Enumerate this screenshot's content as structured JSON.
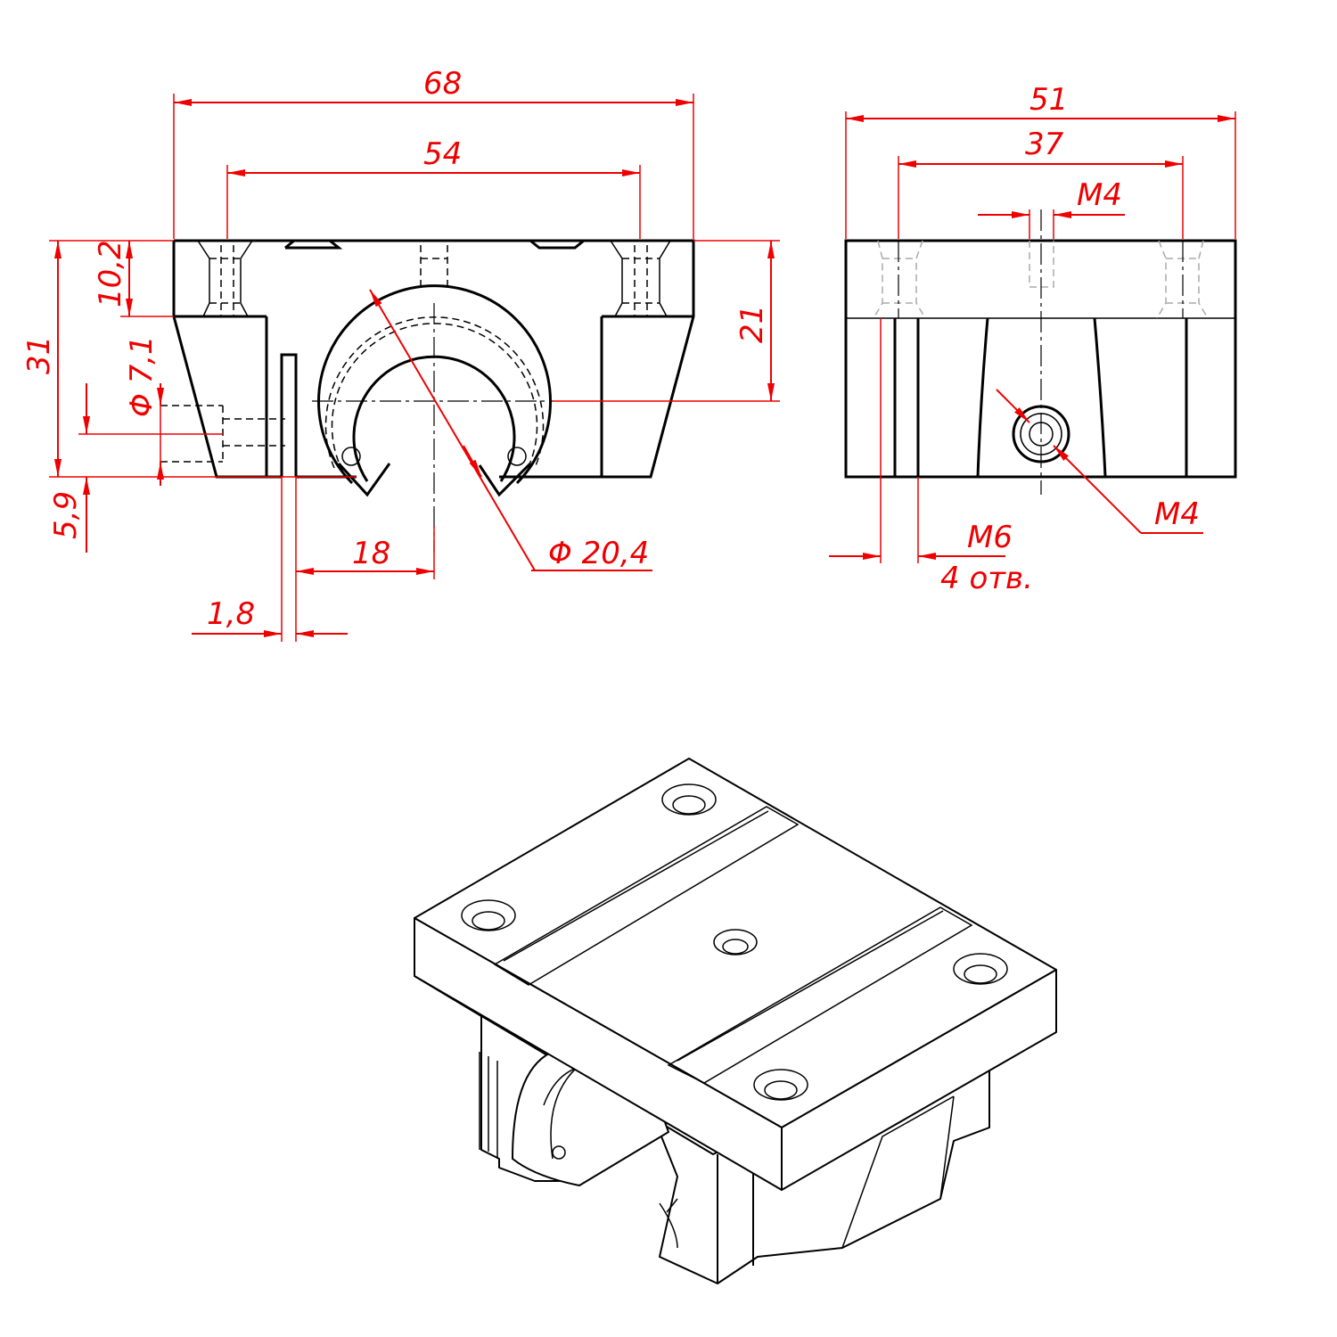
{
  "drawing": {
    "front_view": {
      "overall_width": "68",
      "hole_spacing": "54",
      "top_thickness": "10,2",
      "overall_height": "31",
      "center_height": "21",
      "pin_hole_diameter": "Φ 7,1",
      "pin_height": "5,9",
      "slot_offset": "18",
      "slot_width": "1,8",
      "bore_diameter": "Φ 20,4"
    },
    "side_view": {
      "overall_length": "51",
      "hole_spacing": "37",
      "top_thread": "M4",
      "side_thread": "M4",
      "mount_thread": "M6",
      "mount_count": "4 отв."
    },
    "colors": {
      "dimension": "#ee0000",
      "outline": "#000000"
    }
  }
}
